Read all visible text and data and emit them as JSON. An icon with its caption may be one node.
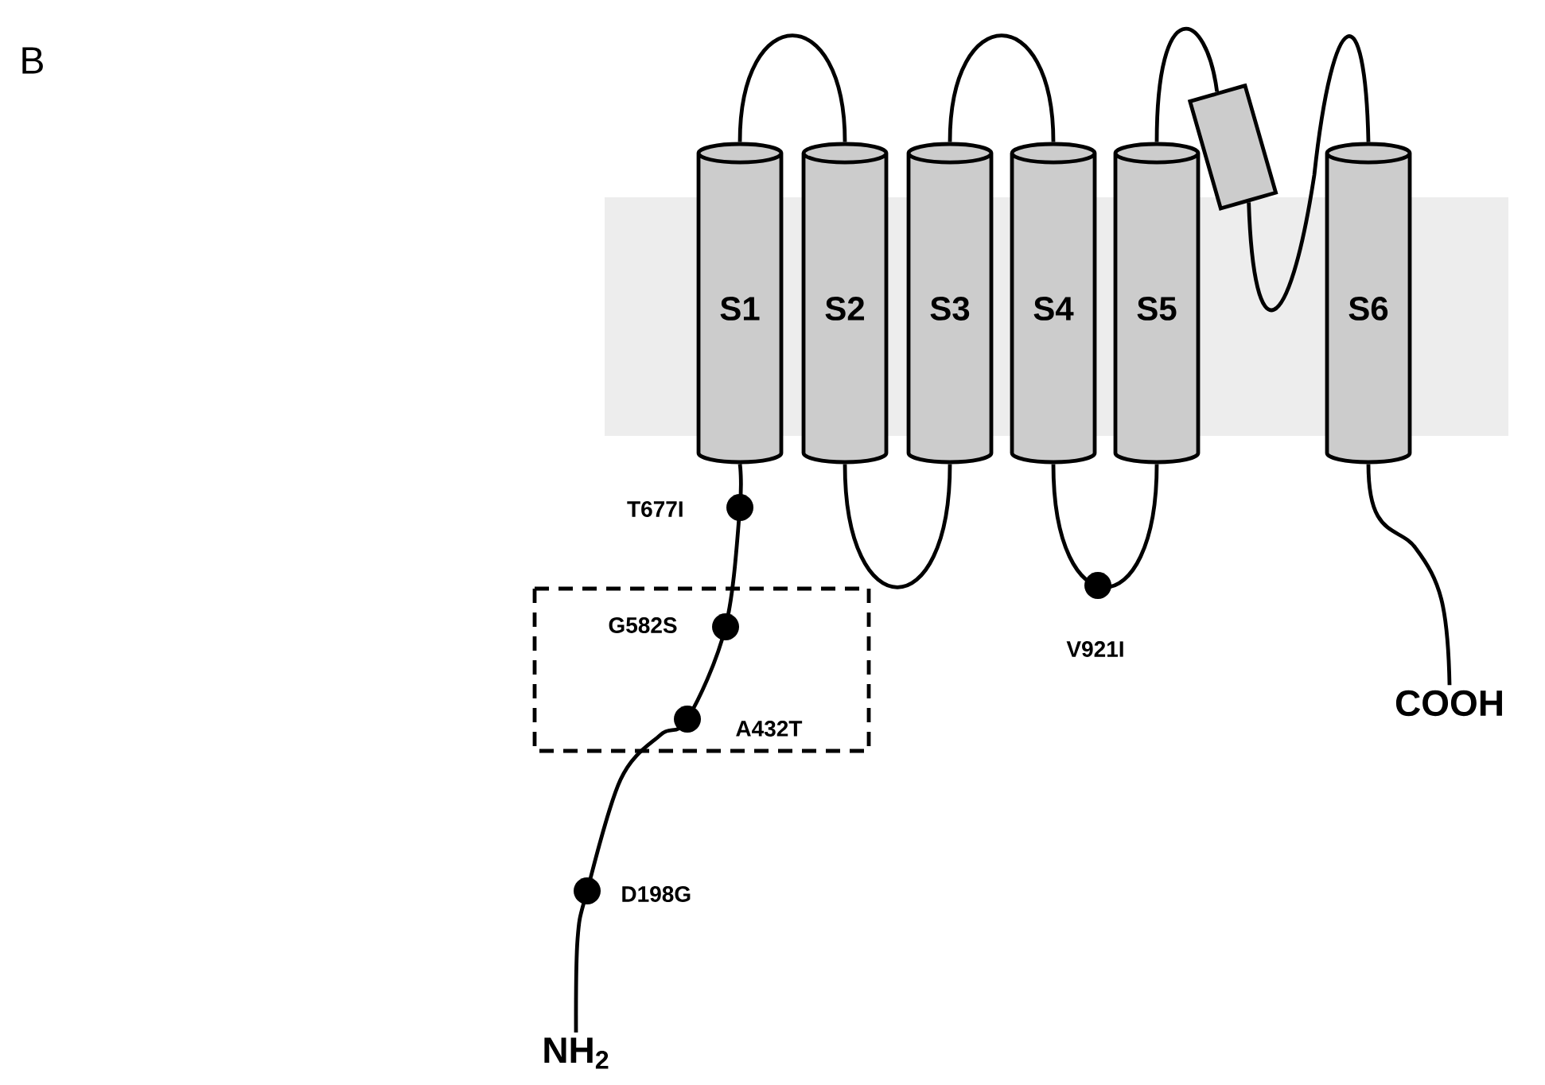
{
  "diagram": {
    "nodes": [
      {
        "text": [
          "S1"
        ]
      },
      {
        "text": [
          "S2"
        ]
      },
      {
        "text": [
          "S3"
        ]
      },
      {
        "text": [
          "S4"
        ]
      },
      {
        "text": [
          "S5"
        ]
      },
      {
        "text": [],
        "shape": "cylinder"
      },
      {
        "text": [
          "S6"
        ]
      },
      {
        "text": [
          "NH$_{2}$"
        ]
      },
      {
        "text": [
          "COOH"
        ]
      }
    ],
    "edges": [
      {
        "from": 7,
        "to": 0,
        "arrow": "none"
      },
      {
        "from": 0,
        "to": 1,
        "arrow": "none"
      },
      {
        "from": 1,
        "to": 2,
        "arrow": "none"
      },
      {
        "from": 2,
        "to": 3,
        "arrow": "none"
      },
      {
        "from": 3,
        "to": 4,
        "arrow": "none"
      },
      {
        "from": 4,
        "to": 5,
        "arrow": "none"
      },
      {
        "from": 5,
        "to": 6,
        "arrow": "none"
      },
      {
        "from": 6,
        "to": 8,
        "arrow": "none"
      }
    ],
    "labels": [
      "B",
      "T677I",
      "G582S",
      "A432T",
      "V921I",
      "D198G"
    ]
  }
}
